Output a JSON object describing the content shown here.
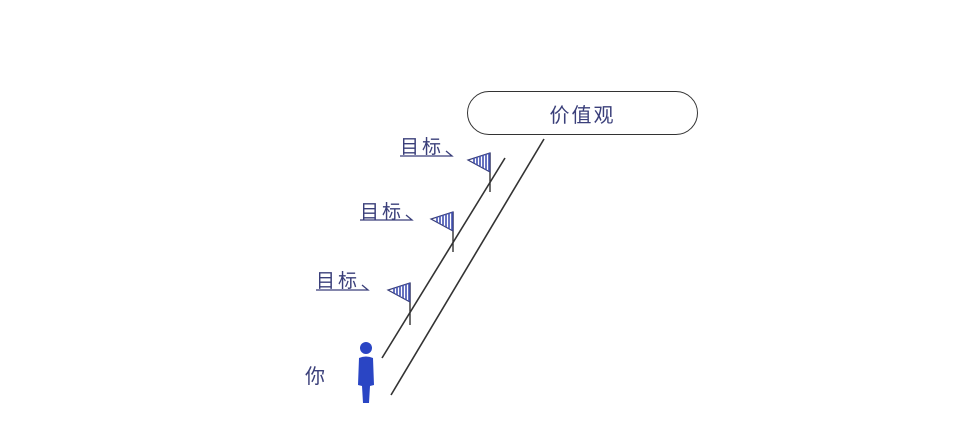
{
  "diagram": {
    "values_box": {
      "label": "价值观"
    },
    "goals": [
      {
        "label": "目标"
      },
      {
        "label": "目标"
      },
      {
        "label": "目标"
      }
    ],
    "person": {
      "label": "你"
    },
    "colors": {
      "ink": "#333333",
      "text": "#3a3f7a",
      "flag": "#3f4fb0",
      "person": "#2a45c4"
    }
  }
}
